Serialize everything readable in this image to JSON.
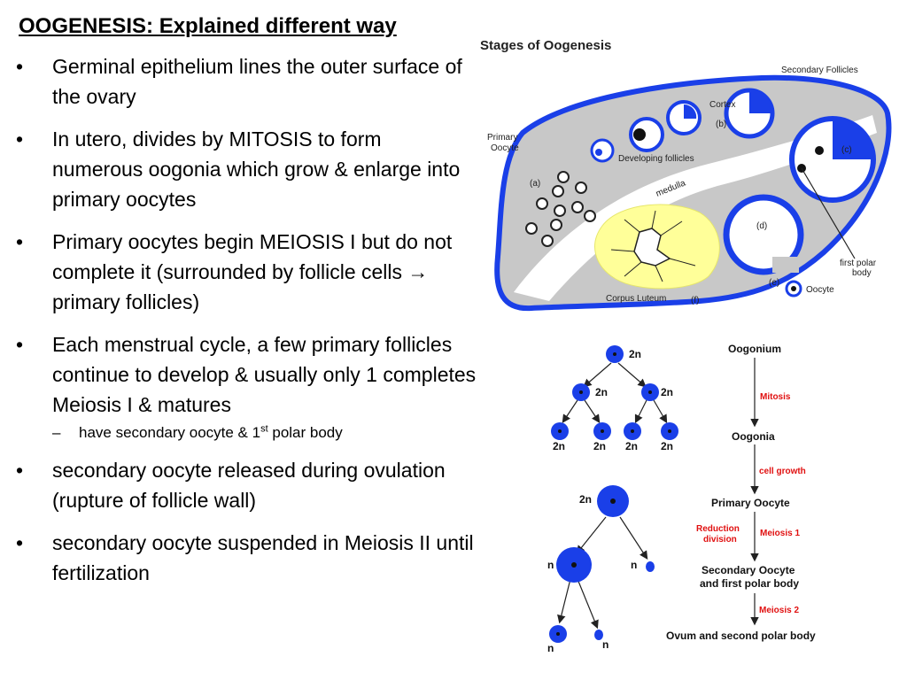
{
  "slide": {
    "title": "OOGENESIS: Explained different way",
    "bullets": [
      {
        "text": "Germinal epithelium lines the outer surface of the ovary"
      },
      {
        "text": "In utero, divides by MITOSIS to form numerous oogonia which grow & enlarge into primary oocytes"
      },
      {
        "text_before": "Primary oocytes begin MEIOSIS I but do not complete it (surrounded by follicle cells ",
        "arrow": "→",
        "text_after": " primary follicles)"
      },
      {
        "text": "Each menstrual cycle, a few primary follicles continue to develop & usually only 1 completes Meiosis I & matures",
        "sub": {
          "before": "have secondary oocyte & 1",
          "sup": "st",
          "after": " polar body"
        }
      },
      {
        "text": "secondary oocyte released during ovulation (rupture of follicle wall)"
      },
      {
        "text": "secondary oocyte suspended in Meiosis II until fertilization"
      }
    ]
  },
  "ovary_diagram": {
    "title": "Stages of Oogenesis",
    "labels": {
      "secondary_follicles": "Secondary Follicles",
      "cortex": "Cortex",
      "b": "(b)",
      "primary": "Primary",
      "oocyte_word": "Oocyte",
      "developing": "Developing follicles",
      "c": "(c)",
      "a": "(a)",
      "medulla": "medulla",
      "d": "(d)",
      "first_polar": "first polar",
      "body": "body",
      "e": "(e)",
      "oocyte": "Oocyte",
      "corpus": "Corpus Luteum",
      "f": "(f)"
    },
    "colors": {
      "follicle_blue": "#1a3fe8",
      "stroma_gray": "#c8c8c8",
      "corpus_yellow": "#ffff99"
    }
  },
  "tree_diagram": {
    "ploidy_2n": "2n",
    "ploidy_n": "n"
  },
  "flow": {
    "steps": [
      "Oogonium",
      "Oogonia",
      "Primary Oocyte",
      "Secondary Oocyte",
      "and first polar body",
      "Ovum and second polar body"
    ],
    "processes": {
      "mitosis": "Mitosis",
      "growth": "cell growth",
      "reduction_1": "Reduction",
      "reduction_2": "division",
      "meiosis1": "Meiosis 1",
      "meiosis2": "Meiosis 2"
    }
  }
}
